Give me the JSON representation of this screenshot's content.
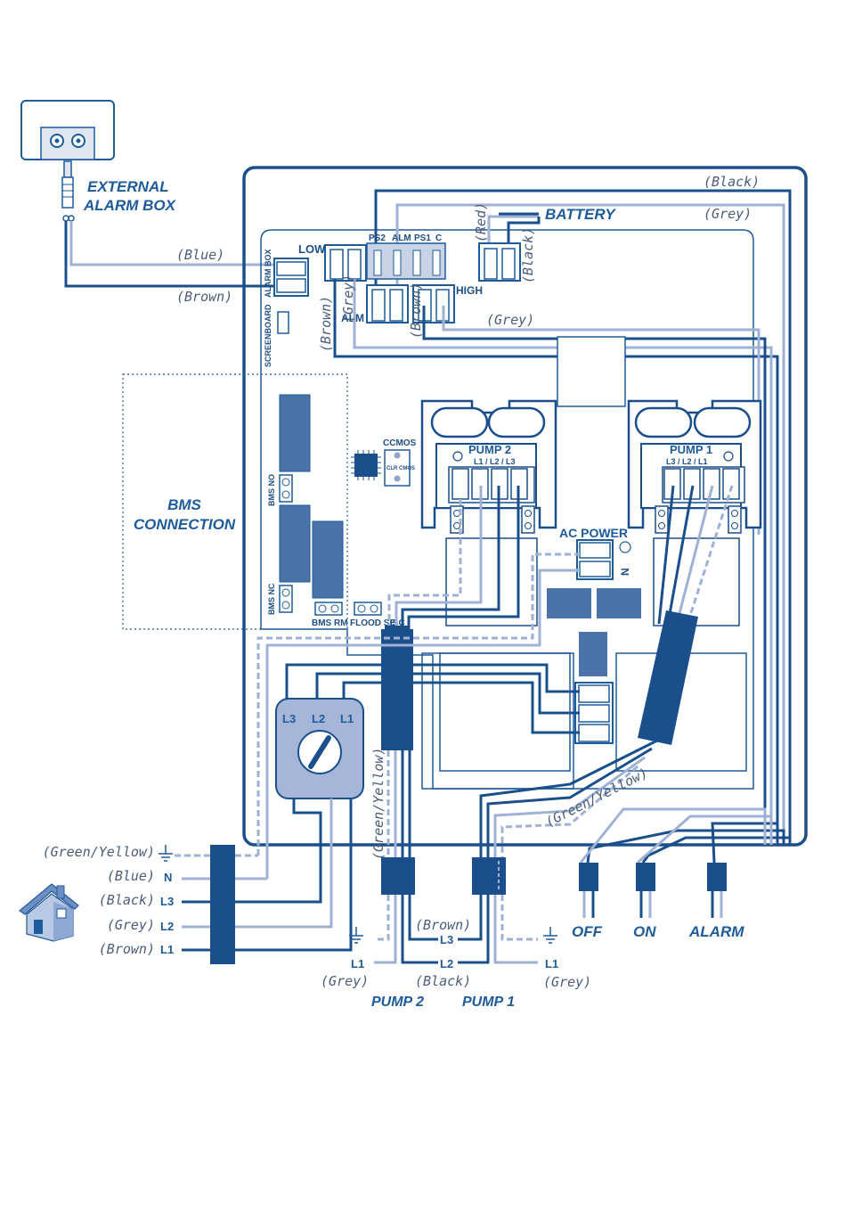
{
  "colors": {
    "dark": "#1e5b9a",
    "navy": "#1b4f8c",
    "grey_wire": "#9fb2d6",
    "light": "#dfe6f2",
    "block": "#4a73aa"
  },
  "labels": {
    "external_alarm_box": [
      "EXTERNAL",
      "ALARM BOX"
    ],
    "battery": "BATTERY",
    "bms_connection": [
      "BMS",
      "CONNECTION"
    ],
    "ccmos": "CCMOS",
    "clr_cmos": "CLR CMOS",
    "pump2": "PUMP 2",
    "pump1": "PUMP 1",
    "ac_power": "AC POWER",
    "ac_n": "N",
    "low": "LOW",
    "high": "HIGH",
    "alm": "ALM",
    "alarm_box_tag": "ALARM BOX",
    "screenboard": "SCREENBOARD",
    "bms_no": "BMS NO",
    "bms_nc": "BMS NC",
    "bms_rm": "BMS RM",
    "flood_se": "FLOOD SE",
    "isc": "ISC",
    "relay_top": [
      "PS2",
      "ALM",
      "PS1",
      "C"
    ],
    "pump2_phases": "L1 / L2 / L3",
    "pump1_phases": "L3 / L2 / L1",
    "switch_phases": [
      "L3",
      "L2",
      "L1"
    ],
    "off": "OFF",
    "on": "ON",
    "alarm": "ALARM",
    "pump2_bottom": "PUMP 2",
    "pump1_bottom": "PUMP 1"
  },
  "wires": {
    "black_top": "(Black)",
    "grey_top": "(Grey)",
    "blue_alarm": "(Blue)",
    "brown_alarm": "(Brown)",
    "red_batt": "(Red)",
    "black_batt": "(Black)",
    "grey_v": "(Grey)",
    "brown_v": "(Brown)",
    "brown_v2": "(Brown)",
    "grey_high": "(Grey)",
    "green_yellow_v": "(Green/Yellow)",
    "green_yellow_diag": "(Green/Yellow)"
  },
  "mains": [
    {
      "wire": "(Green/Yellow)",
      "term": ""
    },
    {
      "wire": "(Blue)",
      "term": "N"
    },
    {
      "wire": "(Black)",
      "term": "L3"
    },
    {
      "wire": "(Grey)",
      "term": "L2"
    },
    {
      "wire": "(Brown)",
      "term": "L1"
    }
  ],
  "pump_bottom": {
    "brown": "(Brown)",
    "l3": "L3",
    "l1_left": "L1",
    "grey_left": "(Grey)",
    "l2": "L2",
    "black": "(Black)",
    "l1_right": "L1",
    "grey_right": "(Grey)"
  }
}
